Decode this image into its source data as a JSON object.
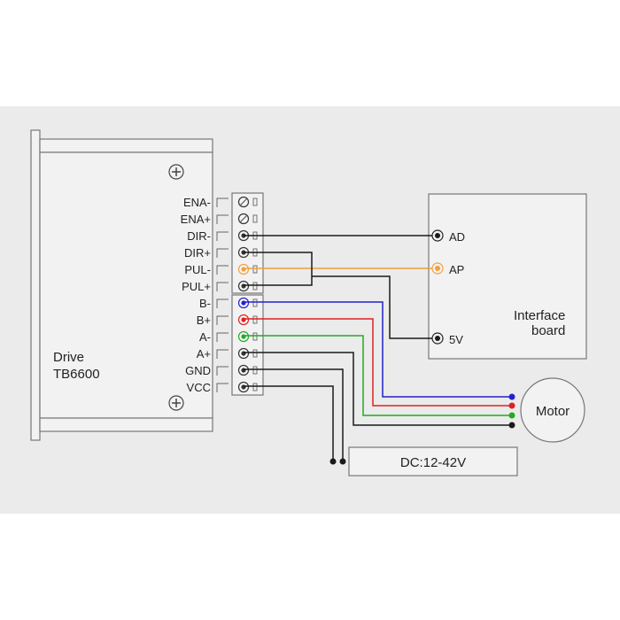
{
  "driver": {
    "name_line1": "Drive",
    "name_line2": "TB6600",
    "terminals": [
      "ENA-",
      "ENA+",
      "DIR-",
      "DIR+",
      "PUL-",
      "PUL+",
      "B-",
      "B+",
      "A-",
      "A+",
      "GND",
      "VCC"
    ]
  },
  "interface_board": {
    "title_line1": "Interface",
    "title_line2": "board",
    "pins": [
      "AD",
      "AP",
      "5V"
    ]
  },
  "motor": {
    "label": "Motor"
  },
  "power": {
    "label": "DC:12-42V"
  },
  "colors": {
    "background": "#ebebeb",
    "box_fill": "#f2f2f2",
    "wire_default": "#1a1a1a",
    "wire_pul": "#f0a040",
    "wire_b_minus": "#2222cc",
    "wire_b_plus": "#dd2222",
    "wire_a_minus": "#22aa22",
    "wire_a_plus": "#1a1a1a"
  }
}
